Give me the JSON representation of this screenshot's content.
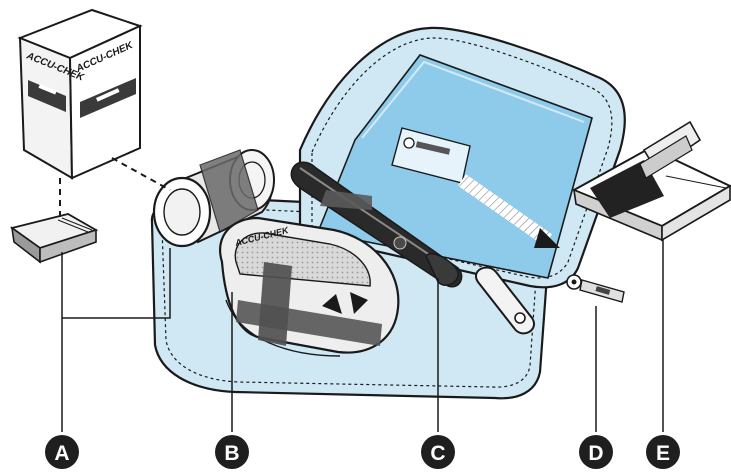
{
  "brand": {
    "box_front": "ACCU-CHEK",
    "box_side": "ACCU-CHEK",
    "meter": "ACCU-CHEK"
  },
  "callouts": {
    "a": {
      "letter": "A",
      "item": "test strip drum"
    },
    "b": {
      "letter": "B",
      "item": "blood glucose meter"
    },
    "c": {
      "letter": "C",
      "item": "lancing device"
    },
    "d": {
      "letter": "D",
      "item": "lancet"
    },
    "e": {
      "letter": "E",
      "item": "logbook"
    }
  },
  "colors": {
    "case_lining": "#cfe8f4",
    "pocket": "#8ecbea",
    "ink": "#1a1a1a",
    "band": "#505050",
    "label_badge": "#1f1f1f"
  }
}
